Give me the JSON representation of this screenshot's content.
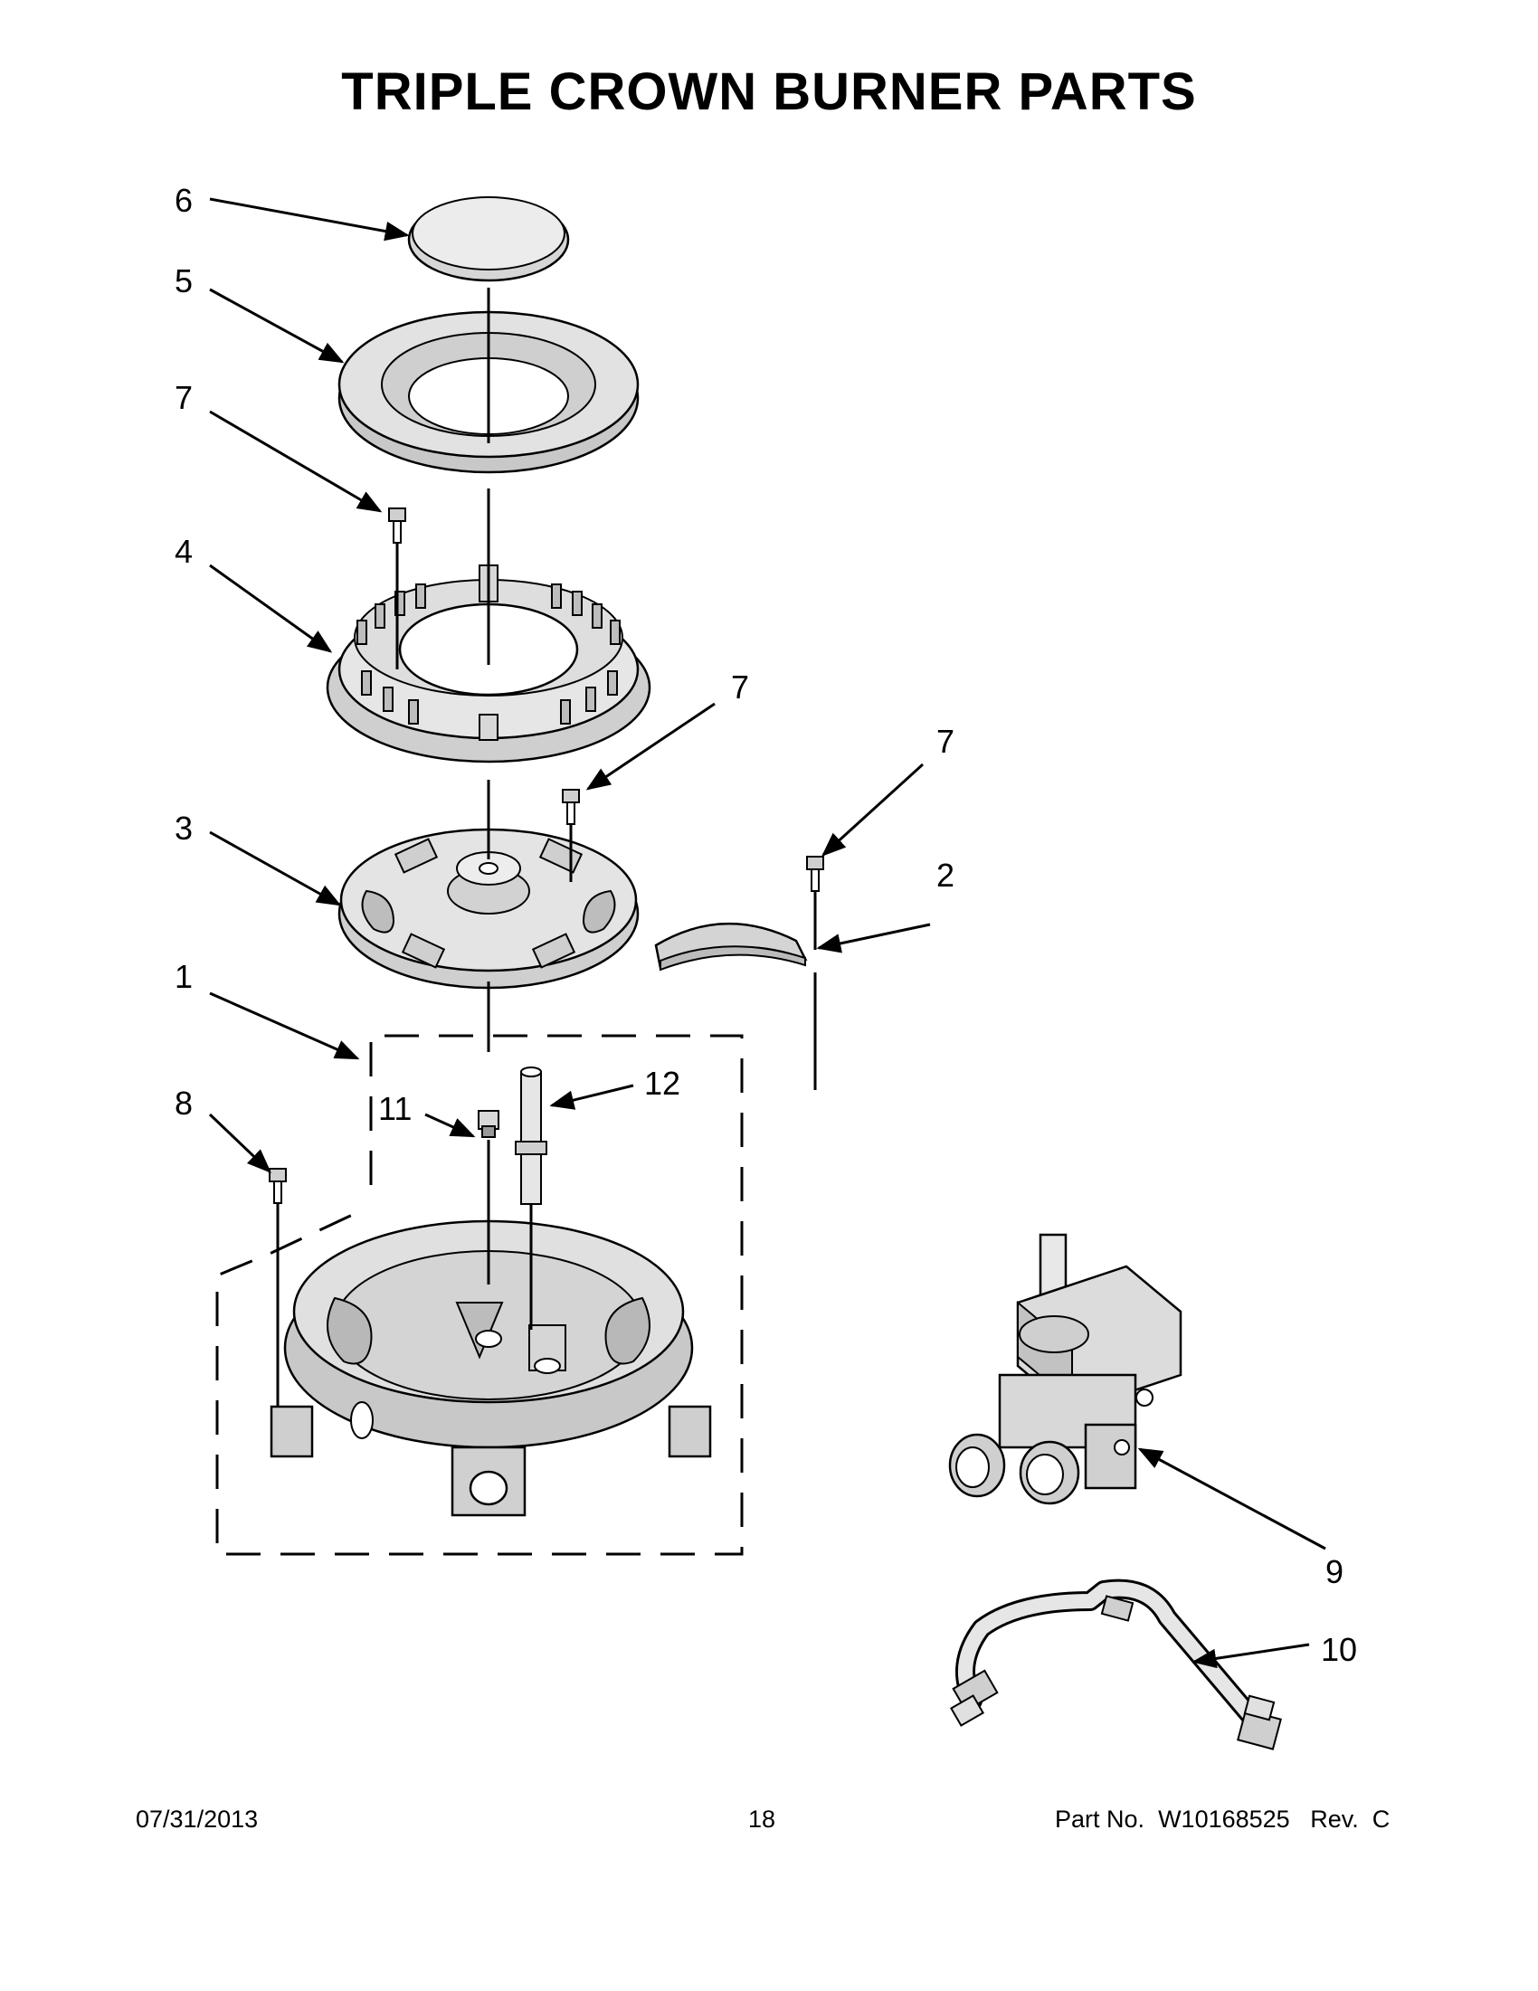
{
  "title": "TRIPLE CROWN BURNER PARTS",
  "callouts": {
    "c6": "6",
    "c5": "5",
    "c7a": "7",
    "c4": "4",
    "c7b": "7",
    "c7c": "7",
    "c3": "3",
    "c2": "2",
    "c1": "1",
    "c8": "8",
    "c11": "11",
    "c12": "12",
    "c9": "9",
    "c10": "10"
  },
  "footer": {
    "date": "07/31/2013",
    "page": "18",
    "part_label": "Part No.",
    "part_number": "W10168525",
    "rev_label": "Rev.",
    "rev": "C"
  }
}
